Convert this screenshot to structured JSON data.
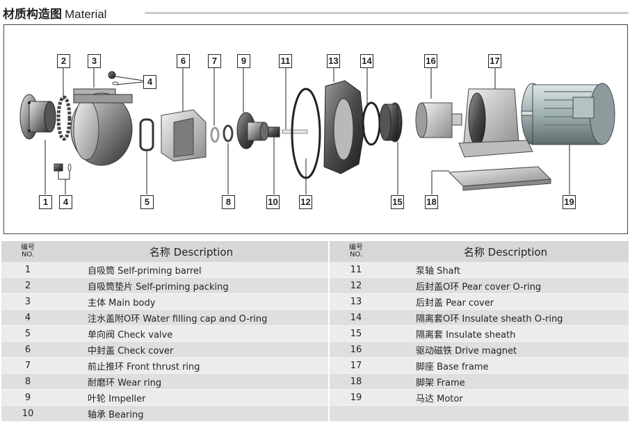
{
  "header": {
    "title_cn": "材质构造图",
    "title_en": "Material"
  },
  "table_headers": {
    "no_cn": "编号",
    "no_en": "NO.",
    "desc": "名称 Description"
  },
  "parts_left": [
    {
      "no": "1",
      "desc": "自吸筒 Self-priming barrel"
    },
    {
      "no": "2",
      "desc": "自吸筒垫片 Self-priming packing"
    },
    {
      "no": "3",
      "desc": "主体 Main body"
    },
    {
      "no": "4",
      "desc": "注水盖附O环 Water filling cap and O-ring"
    },
    {
      "no": "5",
      "desc": "单向阀 Check valve"
    },
    {
      "no": "6",
      "desc": "中封盖 Check cover"
    },
    {
      "no": "7",
      "desc": "前止推环 Front thrust ring"
    },
    {
      "no": "8",
      "desc": "耐磨环 Wear ring"
    },
    {
      "no": "9",
      "desc": "叶轮 Impeller"
    },
    {
      "no": "10",
      "desc": "轴承 Bearing"
    }
  ],
  "parts_right": [
    {
      "no": "11",
      "desc": "泵轴 Shaft"
    },
    {
      "no": "12",
      "desc": "后封盖O环 Pear cover O-ring"
    },
    {
      "no": "13",
      "desc": "后封盖 Pear cover"
    },
    {
      "no": "14",
      "desc": "隔离套O环 Insulate sheath O-ring"
    },
    {
      "no": "15",
      "desc": "隔离套 Insulate sheath"
    },
    {
      "no": "16",
      "desc": "驱动磁铁 Drive magnet"
    },
    {
      "no": "17",
      "desc": "脚座 Base frame"
    },
    {
      "no": "18",
      "desc": "脚架 Frame"
    },
    {
      "no": "19",
      "desc": "马达 Motor"
    },
    {
      "no": "",
      "desc": ""
    }
  ],
  "callouts_top": [
    "2",
    "3",
    "4",
    "6",
    "7",
    "9",
    "11",
    "13",
    "14",
    "16",
    "17"
  ],
  "callouts_bottom": [
    "1",
    "4",
    "5",
    "8",
    "10",
    "12",
    "15",
    "18",
    "19"
  ],
  "colors": {
    "rule": "#c8c8c8",
    "table_header": "#d7d7d7",
    "row_a": "#ececec",
    "row_b": "#dfdfdf",
    "part_dark": "#3a3a3a",
    "part_mid": "#7a7a7a",
    "part_light": "#c9c9c9",
    "motor": "#a9b7b7"
  }
}
